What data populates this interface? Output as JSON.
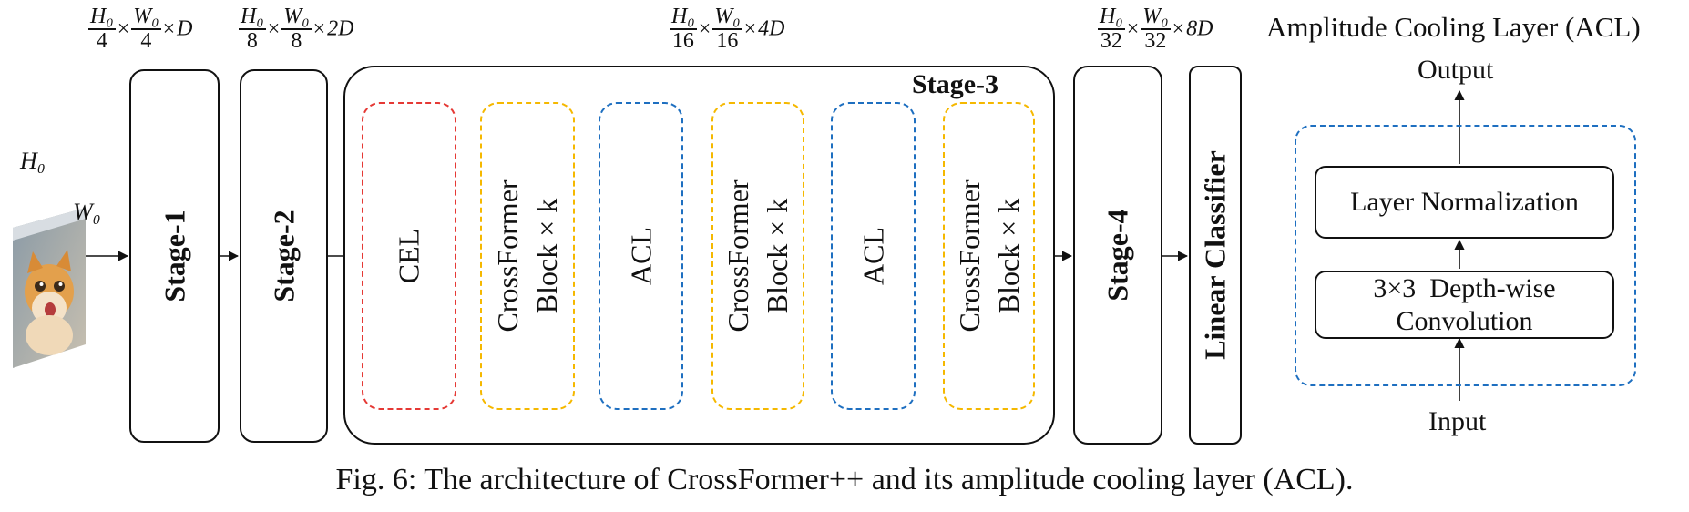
{
  "diagram": {
    "input": {
      "height_label": "H₀",
      "width_label": "W₀"
    },
    "dims": {
      "stage1": {
        "h_num": "H₀",
        "h_den": "4",
        "w_num": "W₀",
        "w_den": "4",
        "channels": "D"
      },
      "stage2": {
        "h_num": "H₀",
        "h_den": "8",
        "w_num": "W₀",
        "w_den": "8",
        "channels": "2D"
      },
      "stage3": {
        "h_num": "H₀",
        "h_den": "16",
        "w_num": "W₀",
        "w_den": "16",
        "channels": "4D"
      },
      "stage4": {
        "h_num": "H₀",
        "h_den": "32",
        "w_num": "W₀",
        "w_den": "32",
        "channels": "8D"
      },
      "times": "×"
    },
    "stages": {
      "stage1": "Stage-1",
      "stage2": "Stage-2",
      "stage3": "Stage-3",
      "stage4": "Stage-4",
      "classifier": "Linear Classifier"
    },
    "stage3_blocks": [
      {
        "line1": "CEL",
        "line2": "",
        "color": "#e53935"
      },
      {
        "line1": "CrossFormer",
        "line2": "Block × k",
        "color": "#f5b800"
      },
      {
        "line1": "ACL",
        "line2": "",
        "color": "#1e6fc0"
      },
      {
        "line1": "CrossFormer",
        "line2": "Block × k",
        "color": "#f5b800"
      },
      {
        "line1": "ACL",
        "line2": "",
        "color": "#1e6fc0"
      },
      {
        "line1": "CrossFormer",
        "line2": "Block × k",
        "color": "#f5b800"
      }
    ],
    "acl": {
      "title": "Amplitude Cooling Layer (ACL)",
      "output": "Output",
      "input": "Input",
      "layer_norm": "Layer Normalization",
      "conv_line1": "3×3  Depth-wise",
      "conv_line2": "Convolution",
      "frame_color": "#1e6fc0"
    }
  },
  "caption": "Fig. 6: The architecture of CrossFormer++ and its amplitude cooling layer (ACL)."
}
